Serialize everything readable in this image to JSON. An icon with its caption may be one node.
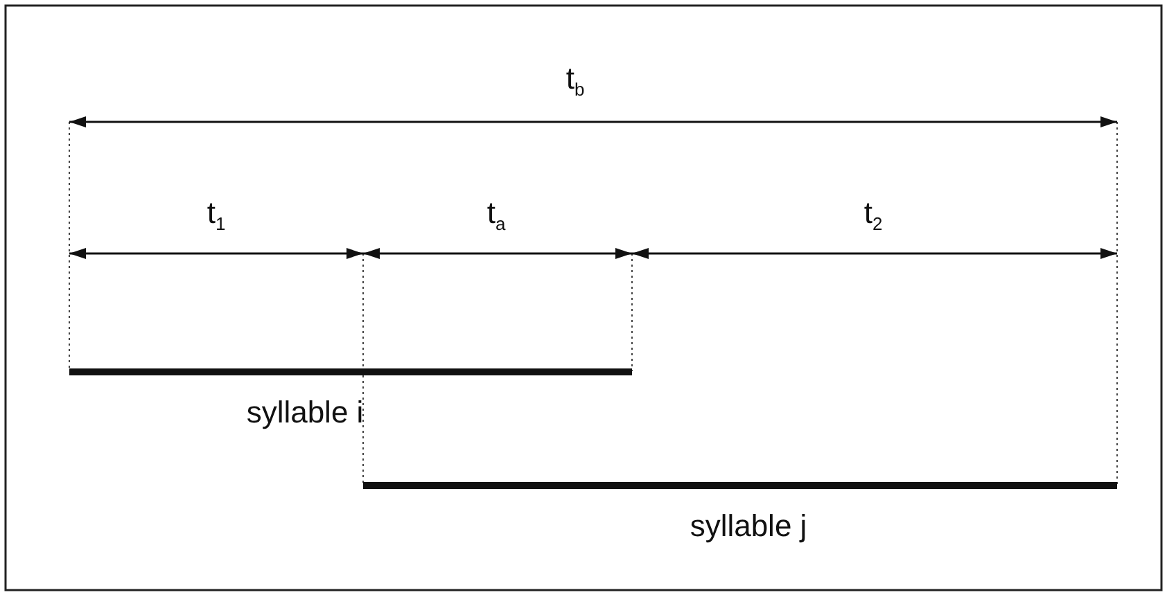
{
  "diagram": {
    "labels": [
      "t$_{b}$",
      "t$_{1}$",
      "t$_{a}$",
      "t$_{2}$",
      "syllable i",
      "syllable j"
    ]
  }
}
